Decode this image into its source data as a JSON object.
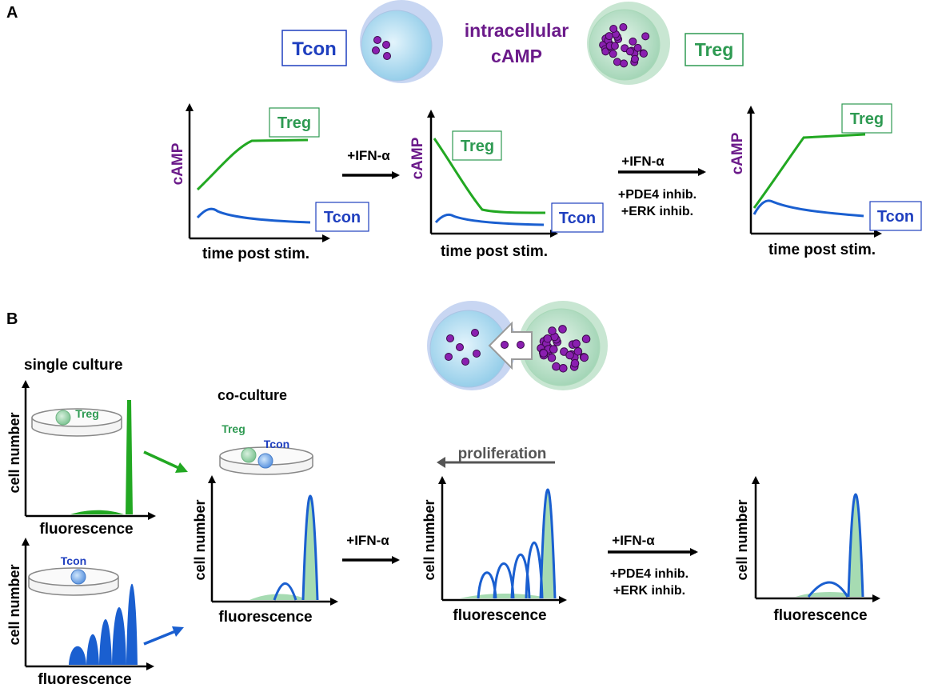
{
  "panel_a": {
    "label": "A",
    "tcon_label": "Tcon",
    "treg_label": "Treg",
    "camp_line1": "intracellular",
    "camp_line2": "cAMP",
    "plots": [
      {
        "ylabel": "cAMP",
        "xlabel": "time post stim.",
        "treg": "Treg",
        "tcon": "Tcon"
      },
      {
        "ylabel": "cAMP",
        "xlabel": "time post stim.",
        "treg": "Treg",
        "tcon": "Tcon"
      },
      {
        "ylabel": "cAMP",
        "xlabel": "time post stim.",
        "treg": "Treg",
        "tcon": "Tcon"
      }
    ],
    "arrow1": "+IFN-α",
    "arrow2_line1": "+IFN-α",
    "arrow2_line2": "+PDE4 inhib.",
    "arrow2_line3": "+ERK inhib."
  },
  "panel_b": {
    "label": "B",
    "single_culture": "single culture",
    "co_culture": "co-culture",
    "dish_treg": "Treg",
    "dish_tcon": "Tcon",
    "co_treg": "Treg",
    "co_tcon": "Tcon",
    "ylabel": "cell number",
    "xlabel": "fluorescence",
    "proliferation": "proliferation",
    "arrow1": "+IFN-α",
    "arrow2_line1": "+IFN-α",
    "arrow2_line2": "+PDE4 inhib.",
    "arrow2_line3": "+ERK inhib."
  },
  "colors": {
    "tcon": "#1f3fbf",
    "treg": "#2e9a52",
    "camp": "#6b1a8a",
    "green_curve": "#22a822",
    "blue_curve": "#1a5fd0",
    "green_fill": "#a6dbb2"
  }
}
